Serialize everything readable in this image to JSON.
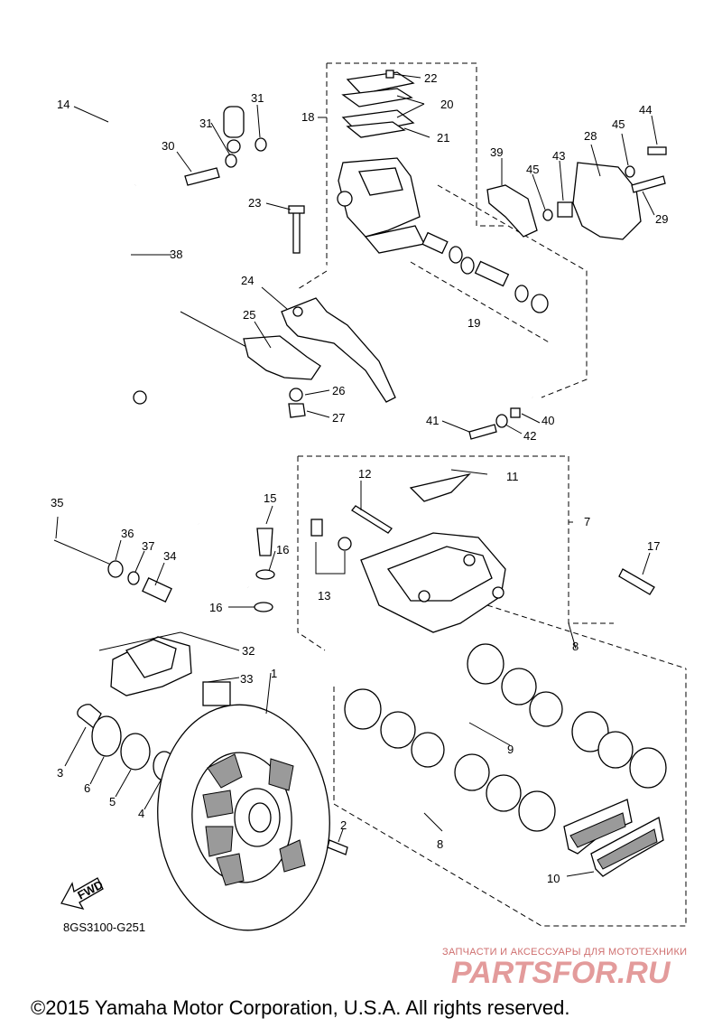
{
  "diagram": {
    "callouts": [
      {
        "n": "1"
      },
      {
        "n": "2"
      },
      {
        "n": "3"
      },
      {
        "n": "4"
      },
      {
        "n": "5"
      },
      {
        "n": "6"
      },
      {
        "n": "7"
      },
      {
        "n": "8"
      },
      {
        "n": "8"
      },
      {
        "n": "9"
      },
      {
        "n": "10"
      },
      {
        "n": "11"
      },
      {
        "n": "12"
      },
      {
        "n": "13"
      },
      {
        "n": "14"
      },
      {
        "n": "15"
      },
      {
        "n": "16"
      },
      {
        "n": "16"
      },
      {
        "n": "17"
      },
      {
        "n": "18"
      },
      {
        "n": "19"
      },
      {
        "n": "20"
      },
      {
        "n": "21"
      },
      {
        "n": "22"
      },
      {
        "n": "23"
      },
      {
        "n": "24"
      },
      {
        "n": "25"
      },
      {
        "n": "26"
      },
      {
        "n": "27"
      },
      {
        "n": "28"
      },
      {
        "n": "29"
      },
      {
        "n": "30"
      },
      {
        "n": "31"
      },
      {
        "n": "31"
      },
      {
        "n": "32"
      },
      {
        "n": "33"
      },
      {
        "n": "34"
      },
      {
        "n": "35"
      },
      {
        "n": "36"
      },
      {
        "n": "37"
      },
      {
        "n": "38"
      },
      {
        "n": "39"
      },
      {
        "n": "40"
      },
      {
        "n": "41"
      },
      {
        "n": "42"
      },
      {
        "n": "43"
      },
      {
        "n": "44"
      },
      {
        "n": "45"
      },
      {
        "n": "45"
      }
    ],
    "fwd_label": "FWD",
    "drawing_code": "8GS3100-G251"
  },
  "watermark": {
    "tagline": "ЗАПЧАСТИ И АКСЕССУАРЫ ДЛЯ МОТОТЕХНИКИ",
    "logo": "PARTSFOR.RU"
  },
  "footer": {
    "copyright": "©2015 Yamaha Motor Corporation, U.S.A. All rights reserved."
  }
}
